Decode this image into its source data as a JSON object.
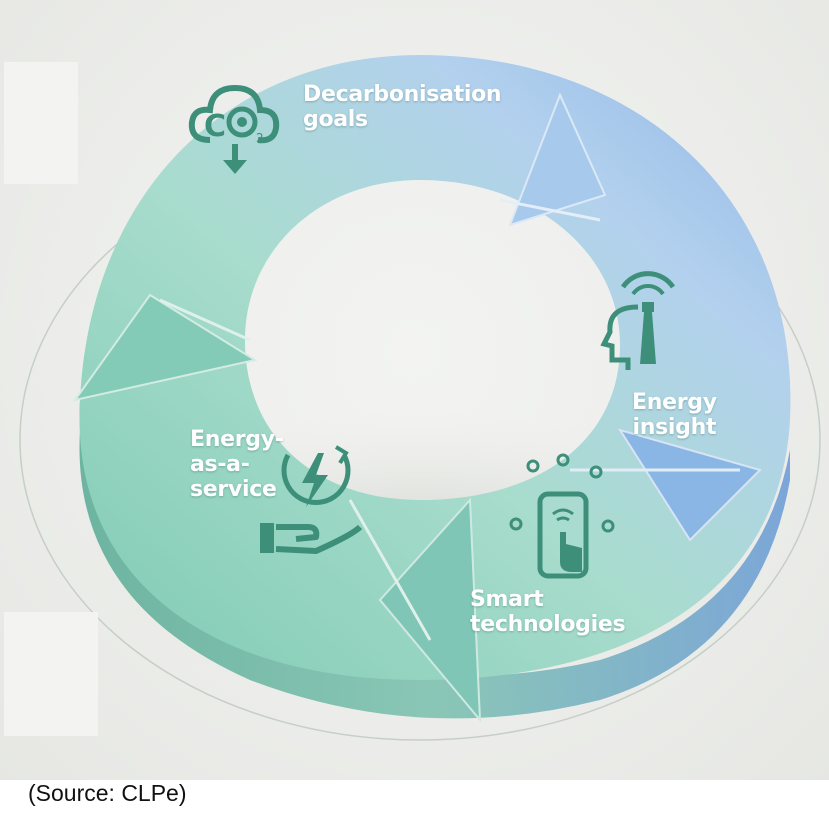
{
  "labels": {
    "decarbonisation": [
      "Decarbonisation",
      "goals"
    ],
    "energy_insight": [
      "Energy",
      "insight"
    ],
    "smart_technologies": [
      "Smart",
      "technologies"
    ],
    "energy_as_a_service": [
      "Energy-",
      "as-a-",
      "service"
    ]
  },
  "source": "(Source: CLPe)",
  "icons": {
    "decarbonisation": "co2-cloud-target-icon",
    "energy_insight": "head-lighthouse-icon",
    "smart_technologies": "smartphone-touch-icon",
    "energy_as_a_service": "hand-lightning-icon"
  },
  "colors": {
    "arrow_green": "#8fd0bf",
    "arrow_blue": "#9cc0e8",
    "icon_green": "#3d8f7a",
    "label_text": "#ffffff"
  }
}
